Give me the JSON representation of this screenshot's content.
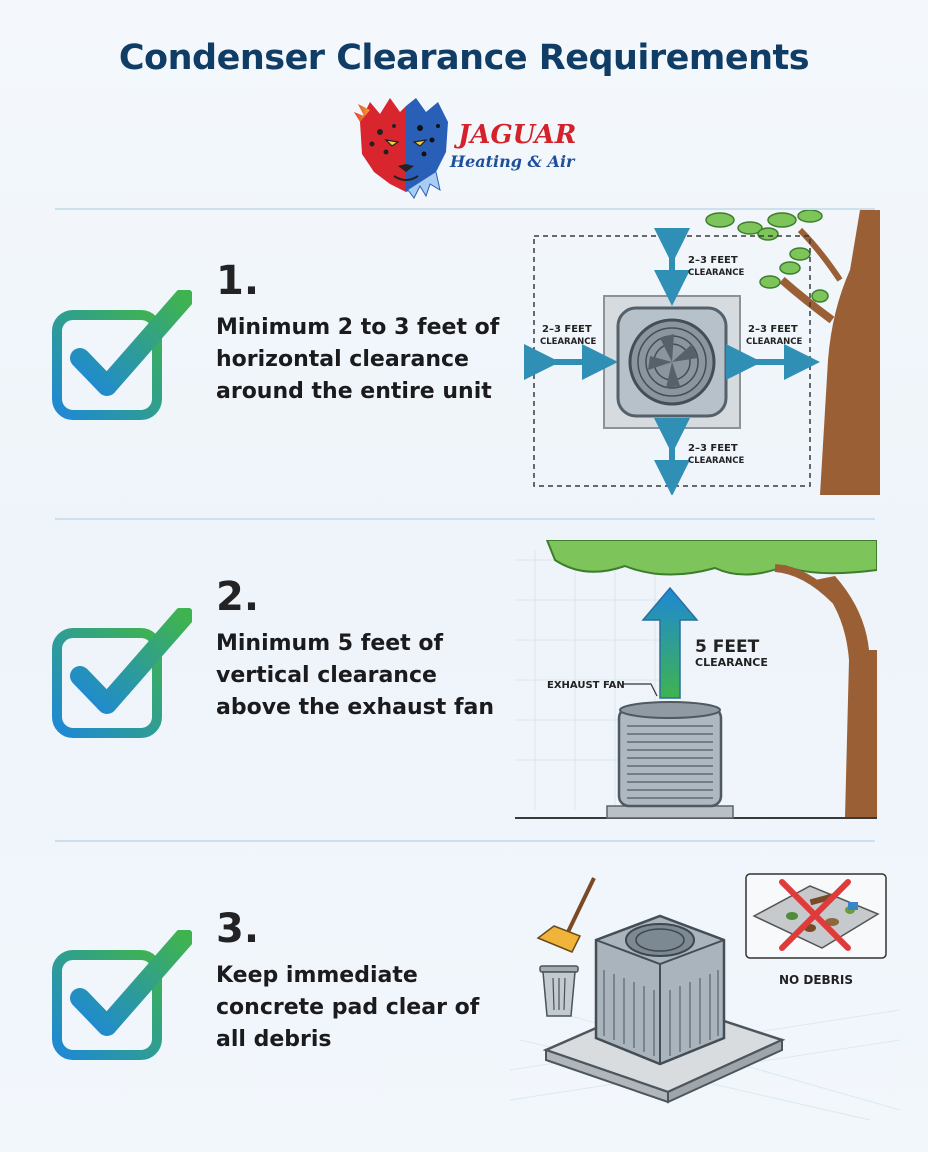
{
  "page": {
    "title": "Condenser Clearance Requirements"
  },
  "logo": {
    "name": "JAGUAR",
    "tagline": "Heating & Air"
  },
  "colors": {
    "title": "#0f3d66",
    "accent_red": "#d3222a",
    "accent_blue": "#1d4f9c",
    "check_gradient": [
      "#1e88d6",
      "#3fb34f"
    ]
  },
  "steps": [
    {
      "number": "1.",
      "text": "Minimum 2 to 3 feet of horizontal clearance around the entire unit",
      "labels": {
        "top_1": "2–3 FEET",
        "top_2": "CLEARANCE",
        "left_1": "2–3 FEET",
        "left_2": "CLEARANCE",
        "right_1": "2–3 FEET",
        "right_2": "CLEARANCE",
        "bottom_1": "2–3 FEET",
        "bottom_2": "CLEARANCE"
      }
    },
    {
      "number": "2.",
      "text": "Minimum 5 feet of vertical clearance above the exhaust fan",
      "labels": {
        "distance": "5 FEET",
        "clearance": "CLEARANCE",
        "fan": "EXHAUST FAN"
      }
    },
    {
      "number": "3.",
      "text": "Keep immediate concrete pad clear of all debris",
      "labels": {
        "no_debris": "NO DEBRIS"
      }
    }
  ]
}
